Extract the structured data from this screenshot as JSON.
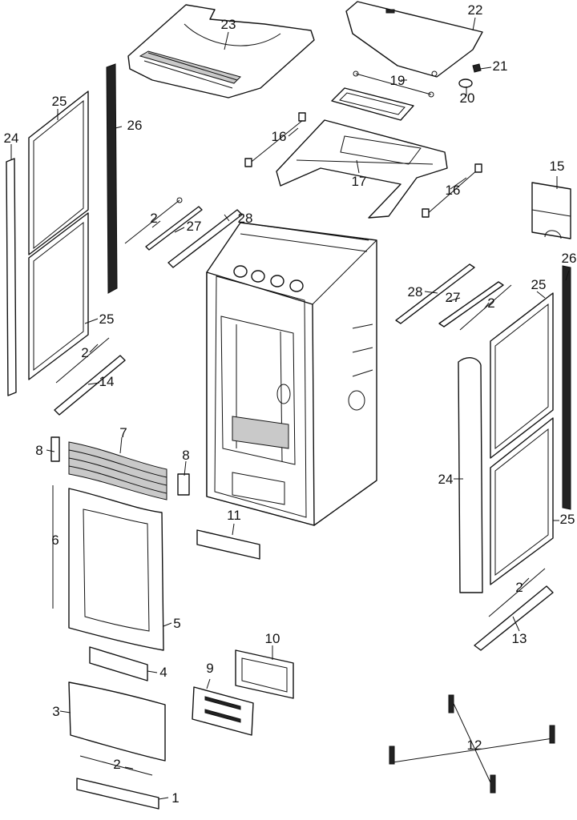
{
  "callouts": {
    "c1": "1",
    "c2a": "2",
    "c2b": "2",
    "c2c": "2",
    "c2d": "2",
    "c2e": "2",
    "c3": "3",
    "c4": "4",
    "c5": "5",
    "c6": "6",
    "c7": "7",
    "c8a": "8",
    "c8b": "8",
    "c9": "9",
    "c10": "10",
    "c11": "11",
    "c12": "12",
    "c13": "13",
    "c14": "14",
    "c15": "15",
    "c16a": "16",
    "c16b": "16",
    "c17": "17",
    "c19": "19",
    "c20": "20",
    "c21": "21",
    "c22": "22",
    "c23": "23",
    "c24a": "24",
    "c24b": "24",
    "c25a": "25",
    "c25b": "25",
    "c25c": "25",
    "c25d": "25",
    "c26a": "26",
    "c26b": "26",
    "c27a": "27",
    "c27b": "27",
    "c28a": "28",
    "c28b": "28"
  }
}
